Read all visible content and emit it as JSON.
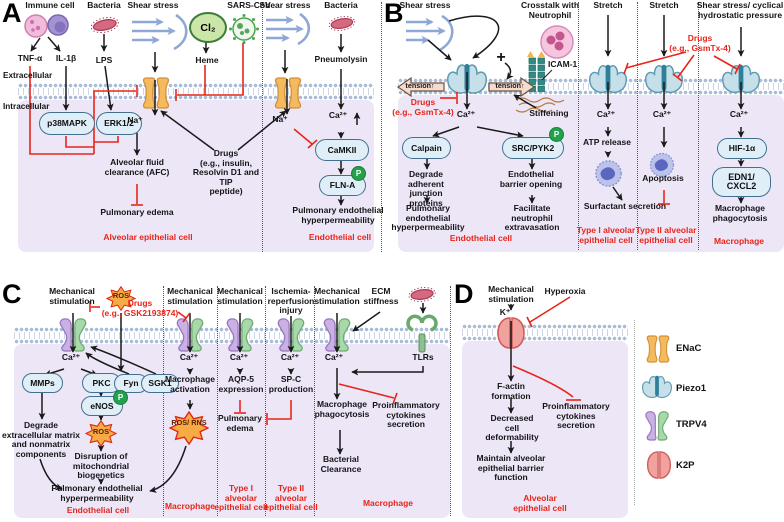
{
  "colors": {
    "red_accent": "#e8251a",
    "cytoplasm": "#ece6f7",
    "membrane": "#a9bdd9",
    "enac": "#f6ba5e",
    "piezo1": "#c5e0e9",
    "trpv4_left": "#cbb0e3",
    "trpv4_right": "#a9d8ab",
    "k2p": "#f1a19e",
    "phospho_green": "#23a14b",
    "node_fill": "#e0eef8",
    "shear_blue": "#8ea8d6",
    "cl2_green": "#cce5a8",
    "burst_orange": "#f7ab45"
  },
  "a": {
    "letter": "A",
    "immune_cell": "Immune cell",
    "bacteria": "Bacteria",
    "shear_stress": "Shear stress",
    "cl2": "Cl₂",
    "sars_cov": "SARS-CoV",
    "tnf": "TNF-α",
    "il1b": "IL-1β",
    "lps": "LPS",
    "heme": "Heme",
    "extracellular": "Extracellular",
    "intracellular": "Intracellular",
    "p38": "p38MAPK",
    "erk": "ERK1/2",
    "na": "Na⁺",
    "afc": "Alveolar fluid clearance (AFC)",
    "pulmonary_edema": "Pulmonary edema",
    "drugs_lines": [
      "Drugs",
      "(e.g., insulin,",
      "Resolvin D1 and TIP",
      "peptide)"
    ],
    "alveolar_cell": "Alveolar epithelial cell",
    "shear_stress2": "Shear stress",
    "bacteria2": "Bacteria",
    "pneumolysin": "Pneumolysin",
    "na2": "Na⁺",
    "ca": "Ca²⁺",
    "camkii": "CaMKII",
    "flna": "FLN-A",
    "phospho": "P",
    "hyperperm": "Pulmonary endothelial hyperpermeability",
    "endothelial_cell": "Endothelial cell"
  },
  "b": {
    "letter": "B",
    "shear_stress": "Shear stress",
    "crosstalk": "Crosstalk with Neutrophil",
    "icam": "ICAM-1",
    "plus": "+",
    "tension_left": "tension↑",
    "tension_right": "tension↑",
    "stiffening": "Stiffening",
    "drugs_lines": [
      "Drugs",
      "(e.g., GsmTx-4)"
    ],
    "ca1": "Ca²⁺",
    "calpain": "Calpain",
    "src_pyk2": "SRC/PYK2",
    "phospho": "P",
    "degrade": "Degrade adherent junction proteins",
    "barrier": "Endothelial barrier opening",
    "hyperperm": "Pulmonary endothelial hyperpermeability",
    "facilitate": "Facilitate neutrophil extravasation",
    "endothelial_cell": "Endothelial cell",
    "stretch1": "Stretch",
    "stretch2": "Stretch",
    "shear_cyclical": "Shear stress/ cyclical hydrostatic pressure",
    "drugs2_lines": [
      "Drugs",
      "(e.g., GsmTx-4)"
    ],
    "ca2": "Ca²⁺",
    "ca3": "Ca²⁺",
    "ca4": "Ca²⁺",
    "atp": "ATP release",
    "surfactant": "Surfactant secretion",
    "apoptosis": "Apoptosis",
    "hif": "HIF-1α",
    "edn": "EDN1/ CXCL2",
    "macro_phago": "Macrophage phagocytosis",
    "type1": "Type I alveolar epithelial cell",
    "type2": "Type II alveolar epithelial cell",
    "macrophage": "Macrophage"
  },
  "c": {
    "letter": "C",
    "mech1": "Mechanical stimulation",
    "ros_top": "ROS",
    "drugs_lines": [
      "Drugs",
      "(e.g., GSK2193874)"
    ],
    "ca1": "Ca²⁺",
    "mmps": "MMPs",
    "pkc": "PKC",
    "fyn": "Fyn",
    "sgk1": "SGK1",
    "enos": "eNOS",
    "phospho": "P",
    "ros_mid": "ROS",
    "degrade": "Degrade extracellular matrix and nonmatrix components",
    "disruption": "Disruption of mitochondrial biogenetics",
    "hyperperm": "Pulmonary endothelial hyperpermeability",
    "endothelial_cell": "Endothelial cell",
    "mech2": "Mechanical stimulation",
    "ca2": "Ca²⁺",
    "macro_act": "Macrophage activation",
    "ros_rns": "ROS/ RNS",
    "macrophage2": "Macrophage",
    "mech3": "Mechanical stimulation",
    "ca3": "Ca²⁺",
    "aqp5": "AQP-5 expression",
    "pulmonary_edema": "Pulmonary edema",
    "type1": "Type I alveolar epithelial cell",
    "ischemia": "Ischemia-reperfusion injury",
    "ca4": "Ca²⁺",
    "spc": "SP-C production",
    "type2": "Type II alveolar epithelial cell",
    "mech5": "Mechanical stimulation",
    "ecm": "ECM stiffness",
    "bacteria": "Bacteria",
    "tlrs": "TLRs",
    "ca5": "Ca²⁺",
    "macro_phago": "Macrophage phagocytosis",
    "proinflammatory": "Proinflammatory cytokines secretion",
    "bacterial_clearance": "Bacterial Clearance",
    "macrophage5": "Macrophage"
  },
  "d": {
    "letter": "D",
    "mech": "Mechanical stimulation",
    "hyperoxia": "Hyperoxia",
    "k": "K⁺",
    "factin": "F-actin formation",
    "proinflammatory": "Proinflammatory cytokines secretion",
    "decreased": "Decreased cell deformability",
    "maintain": "Maintain alveolar epithelial barrier function",
    "alveolar_cell": "Alveolar epithelial cell"
  },
  "legend": {
    "items": [
      {
        "icon": "enac-channel",
        "label": "ENaC"
      },
      {
        "icon": "piezo1-channel",
        "label": "Piezo1"
      },
      {
        "icon": "trpv4-channel",
        "label": "TRPV4"
      },
      {
        "icon": "k2p-channel",
        "label": "K2P"
      }
    ]
  }
}
